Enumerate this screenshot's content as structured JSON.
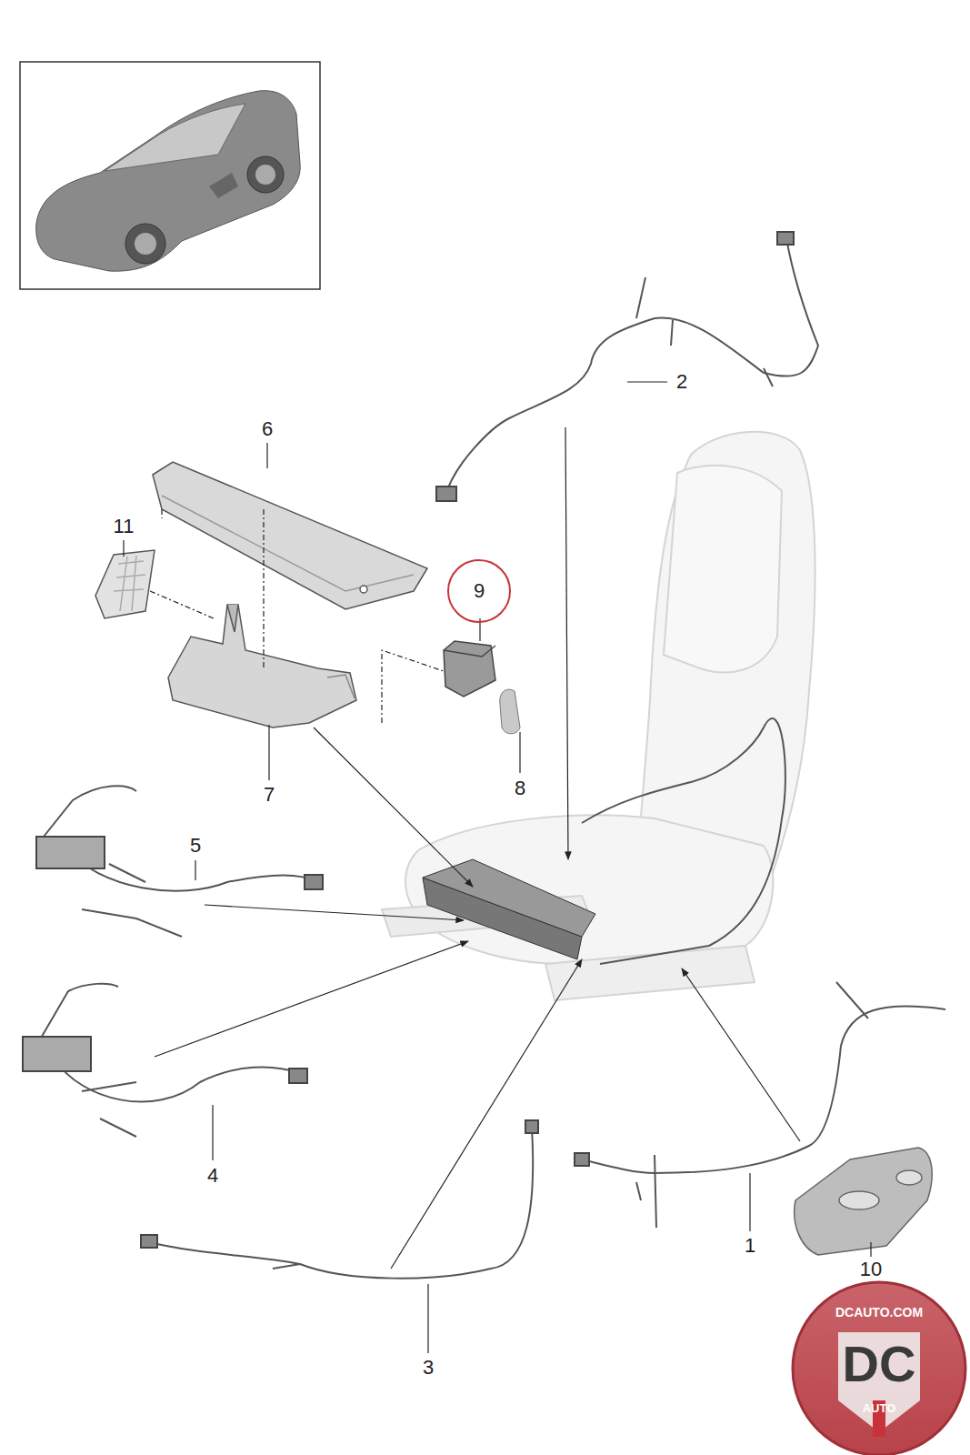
{
  "diagram": {
    "nodes": [
      {
        "text": [
          "9"
        ]
      }
    ],
    "labels": [
      "2",
      "6",
      "11",
      "8",
      "7",
      "5",
      "4",
      "1",
      "10",
      "3",
      "DCAUTO.COM",
      "DC",
      "AUTO"
    ]
  }
}
